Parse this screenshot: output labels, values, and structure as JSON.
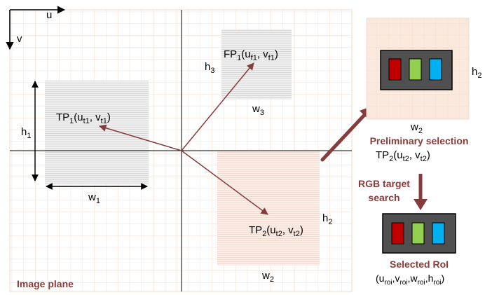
{
  "axes": {
    "u_label": "u",
    "v_label": "v"
  },
  "image_plane": {
    "caption": "Image plane",
    "tp1": {
      "main": "TP",
      "idx": "1",
      "open": "(u",
      "a_sub": "t1",
      "mid": ", v",
      "b_sub": "t1",
      "close": ")"
    },
    "fp1": {
      "main": "FP",
      "idx": "1",
      "open": "(u",
      "a_sub": "f1",
      "mid": ", v",
      "b_sub": "f1",
      "close": ")"
    },
    "tp2": {
      "main": "TP",
      "idx": "2",
      "open": "(u",
      "a_sub": "t2",
      "mid": ", v",
      "b_sub": "t2",
      "close": ")"
    },
    "h1": {
      "main": "h",
      "sub": "1"
    },
    "w1": {
      "main": "w",
      "sub": "1"
    },
    "h3": {
      "main": "h",
      "sub": "3"
    },
    "w3": {
      "main": "w",
      "sub": "3"
    },
    "h2": {
      "main": "h",
      "sub": "2"
    },
    "w2": {
      "main": "w",
      "sub": "2"
    }
  },
  "preliminary": {
    "title": "Preliminary selection",
    "h2": {
      "main": "h",
      "sub": "2"
    },
    "w2": {
      "main": "w",
      "sub": "2"
    },
    "tp2": {
      "main": "TP",
      "idx": "2",
      "open": "(u",
      "a_sub": "t2",
      "mid": ", v",
      "b_sub": "t2",
      "close": ")"
    }
  },
  "search_label": {
    "line1": "RGB target",
    "line2": "search"
  },
  "selected": {
    "title": "Selected RoI",
    "coords": {
      "open": "(u",
      "s1": "roi",
      "c1": ",v",
      "s2": "roi",
      "c2": ",w",
      "s3": "roi",
      "c3": ",h",
      "s4": "roi",
      "close": ")"
    }
  },
  "colors": {
    "arrow": "#843c3c",
    "caption": "#8b3a3a",
    "led_red": "#c00000",
    "led_green": "#92d050",
    "led_blue": "#00b0f0",
    "module": "#505050"
  }
}
